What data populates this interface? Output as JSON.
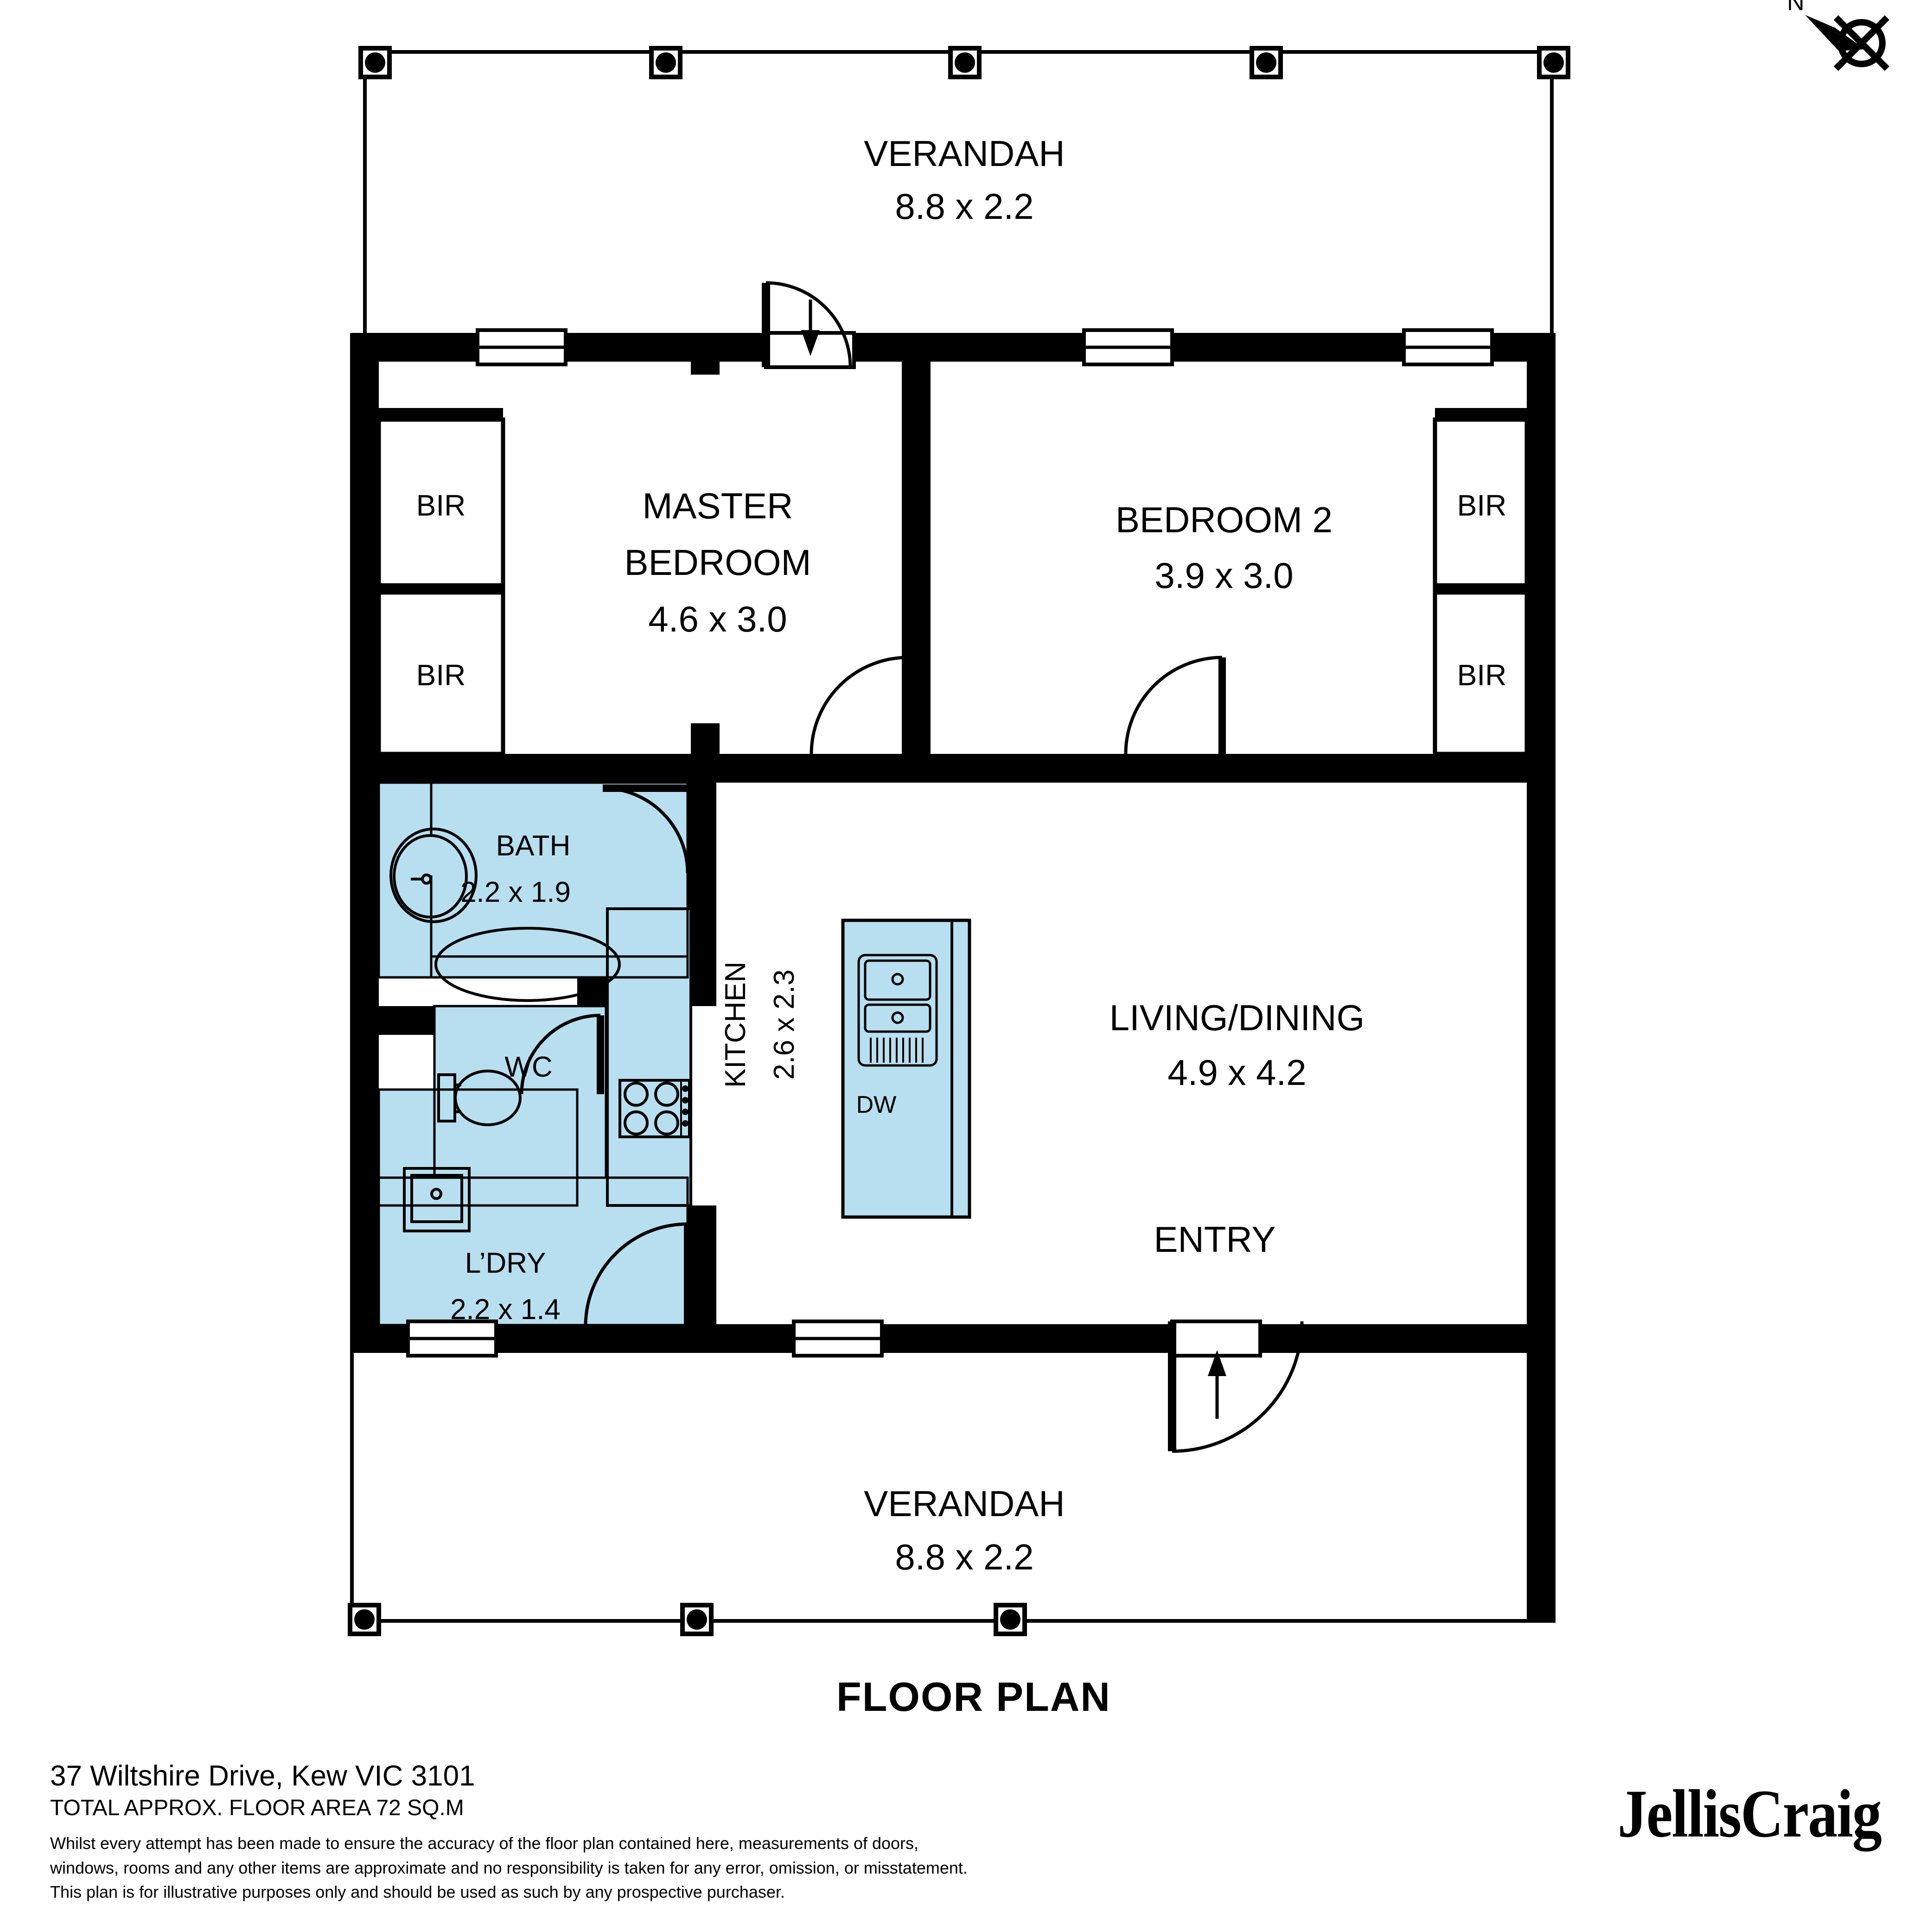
{
  "plan": {
    "title": "FLOOR PLAN",
    "compass": {
      "label": "N",
      "icon": "compass-north-icon"
    },
    "fill_color": "#b8dff0",
    "wall_color": "#000000",
    "rooms": [
      {
        "id": "verandah-top",
        "name": "VERANDAH",
        "dimensions": "8.8 x 2.2"
      },
      {
        "id": "master-bedroom",
        "name": "MASTER BEDROOM",
        "name_line1": "MASTER",
        "name_line2": "BEDROOM",
        "dimensions": "4.6 x 3.0"
      },
      {
        "id": "bedroom-2",
        "name": "BEDROOM 2",
        "dimensions": "3.9 x 3.0"
      },
      {
        "id": "bath",
        "name": "BATH",
        "dimensions": "2.2 x 1.9"
      },
      {
        "id": "wc",
        "name": "WC",
        "dimensions": ""
      },
      {
        "id": "laundry",
        "name": "L’DRY",
        "dimensions": "2.2 x 1.4"
      },
      {
        "id": "kitchen",
        "name": "KITCHEN",
        "dimensions": "2.6 x 2.3"
      },
      {
        "id": "living-dining",
        "name": "LIVING/DINING",
        "dimensions": "4.9 x 4.2"
      },
      {
        "id": "entry",
        "name": "ENTRY",
        "dimensions": ""
      },
      {
        "id": "verandah-bottom",
        "name": "VERANDAH",
        "dimensions": "8.8 x 2.2"
      }
    ],
    "built_in_robes": [
      {
        "id": "bir-master-top",
        "label": "BIR"
      },
      {
        "id": "bir-master-bot",
        "label": "BIR"
      },
      {
        "id": "bir-bed2-top",
        "label": "BIR"
      },
      {
        "id": "bir-bed2-bot",
        "label": "BIR"
      }
    ],
    "appliances": [
      {
        "id": "dishwasher",
        "label": "DW"
      }
    ]
  },
  "footer": {
    "address": "37 Wiltshire Drive, Kew VIC 3101",
    "area": "TOTAL APPROX. FLOOR AREA 72 SQ.M",
    "disclaimer_line1": "Whilst every attempt has been made to ensure the accuracy of the floor plan contained here, measurements of doors,",
    "disclaimer_line2": "windows, rooms and any other items are approximate and no responsibility is taken for any error, omission, or misstatement.",
    "disclaimer_line3": "This plan is for illustrative purposes only and should be used as such by any prospective purchaser."
  },
  "brand": {
    "name": "JellisCraig"
  }
}
